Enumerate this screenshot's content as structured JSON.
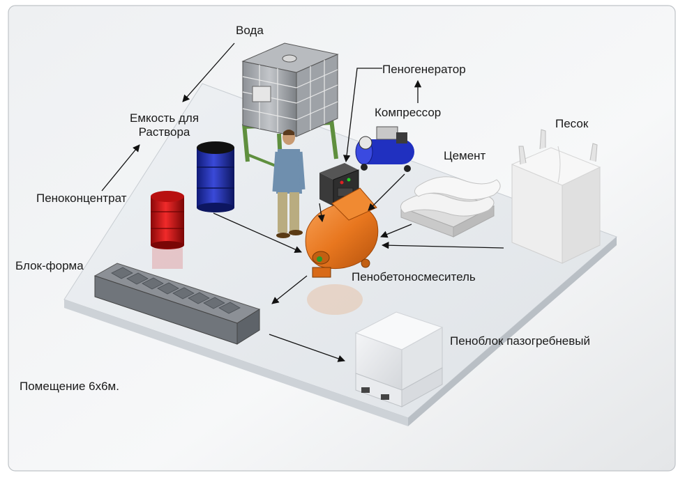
{
  "labels": {
    "water": "Вода",
    "solution_tank": "Емкость для\nРаствора",
    "foam_generator": "Пеногенератор",
    "compressor": "Компрессор",
    "sand": "Песок",
    "cement": "Цемент",
    "foam_concentrate": "Пеноконцентрат",
    "block_mold": "Блок-форма",
    "foam_concrete_mixer": "Пенобетоносмеситель",
    "tongue_groove_block": "Пеноблок пазогребневый",
    "room": "Помещение 6х6м."
  },
  "colors": {
    "mixer": "#e8771f",
    "red_barrel": "#d01818",
    "blue_barrel": "#1f2ea8",
    "compressor": "#2030c0",
    "frame_green": "#5f8f3e",
    "floor": "#e8ebee"
  }
}
